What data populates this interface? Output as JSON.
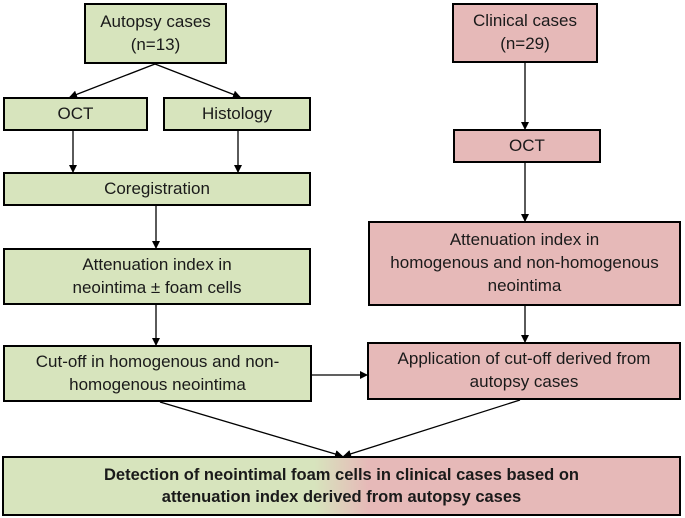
{
  "boxes": {
    "autopsy": "Autopsy cases\n(n=13)",
    "clinical": "Clinical cases\n(n=29)",
    "oct_left": "OCT",
    "histology": "Histology",
    "oct_right": "OCT",
    "coregistration": "Coregistration",
    "atten_left": "Attenuation index in\nneointima ± foam cells",
    "atten_right": "Attenuation index in\nhomogenous and non-homogenous\nneointima",
    "cutoff": "Cut-off in homogenous and non-\nhomogenous neointima",
    "application": "Application of cut-off derived from\nautopsy cases",
    "final": "Detection of neointimal foam cells in clinical cases based on\nattenuation index derived from autopsy cases"
  },
  "colors": {
    "green": "#d7e4bd",
    "pink": "#e6b9b8",
    "border": "#000000",
    "arrow": "#000000"
  }
}
